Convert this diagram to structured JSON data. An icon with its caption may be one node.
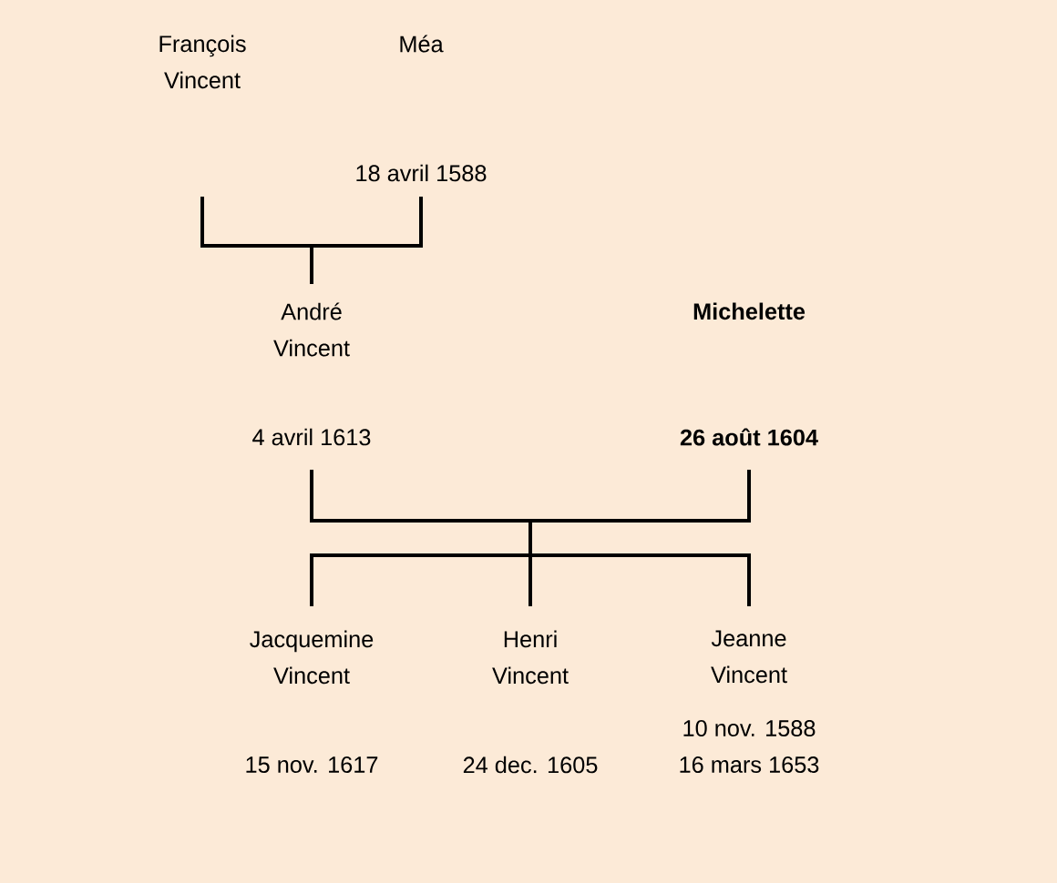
{
  "diagram": {
    "nodes": [
      {
        "text": [
          "François Vincent"
        ]
      },
      {
        "text": [
          "Méa"
        ],
        "beside": [
          "18 avril 1588"
        ]
      },
      {
        "text": [
          "André Vincent"
        ],
        "beside": [
          "4 avril 1613"
        ]
      },
      {
        "text": [
          "Michelette"
        ],
        "beside": [
          "26 août 1604"
        ]
      },
      {
        "text": [
          "Jacquemine Vincent"
        ],
        "beside": [
          "15 nov. 1617"
        ]
      },
      {
        "text": [
          "Henri Vincent"
        ],
        "beside": [
          "24 dec. 1605"
        ]
      },
      {
        "text": [
          "Jeanne Vincent"
        ],
        "beside": [
          "10 nov. 1588",
          "16 mars 1653"
        ]
      }
    ],
    "edges": [
      {
        "from": 0,
        "to": 2,
        "arrow": "none"
      },
      {
        "from": 1,
        "to": 2,
        "arrow": "none"
      },
      {
        "from": 2,
        "to": 4,
        "arrow": "none"
      },
      {
        "from": 2,
        "to": 5,
        "arrow": "none"
      },
      {
        "from": 2,
        "to": 6,
        "arrow": "none"
      },
      {
        "from": 3,
        "to": 4,
        "arrow": "none"
      },
      {
        "from": 3,
        "to": 5,
        "arrow": "none"
      },
      {
        "from": 3,
        "to": 6,
        "arrow": "none"
      }
    ]
  }
}
